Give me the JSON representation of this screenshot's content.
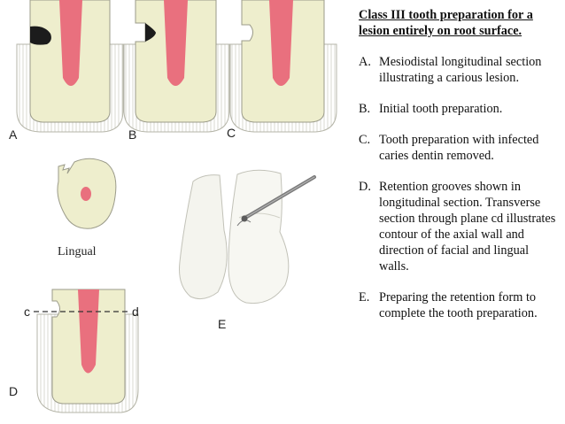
{
  "panels": {
    "a": "A",
    "b": "B",
    "c": "C",
    "d": "D",
    "e": "E",
    "lingual": "Lingual",
    "plane_start": "c",
    "plane_end": "d"
  },
  "caption": {
    "title": "Class III tooth preparation for a lesion entirely on root surface.",
    "items": [
      {
        "letter": "A.",
        "text": "Mesiodistal longitudinal section illustrating a carious lesion."
      },
      {
        "letter": "B.",
        "text": "Initial tooth preparation."
      },
      {
        "letter": "C.",
        "text": "Tooth preparation with infected caries dentin removed."
      },
      {
        "letter": "D.",
        "text": "Retention grooves shown in longitudinal section. Transverse section through plane cd illustrates contour of the axial wall and direction of facial and lingual walls."
      },
      {
        "letter": "E.",
        "text": "Preparing the retention form to complete the tooth preparation."
      }
    ]
  },
  "colors": {
    "dentin": "#eeeecd",
    "pulp": "#e9707e",
    "caries": "#1c1c1c",
    "outline": "#9b9b8a"
  }
}
